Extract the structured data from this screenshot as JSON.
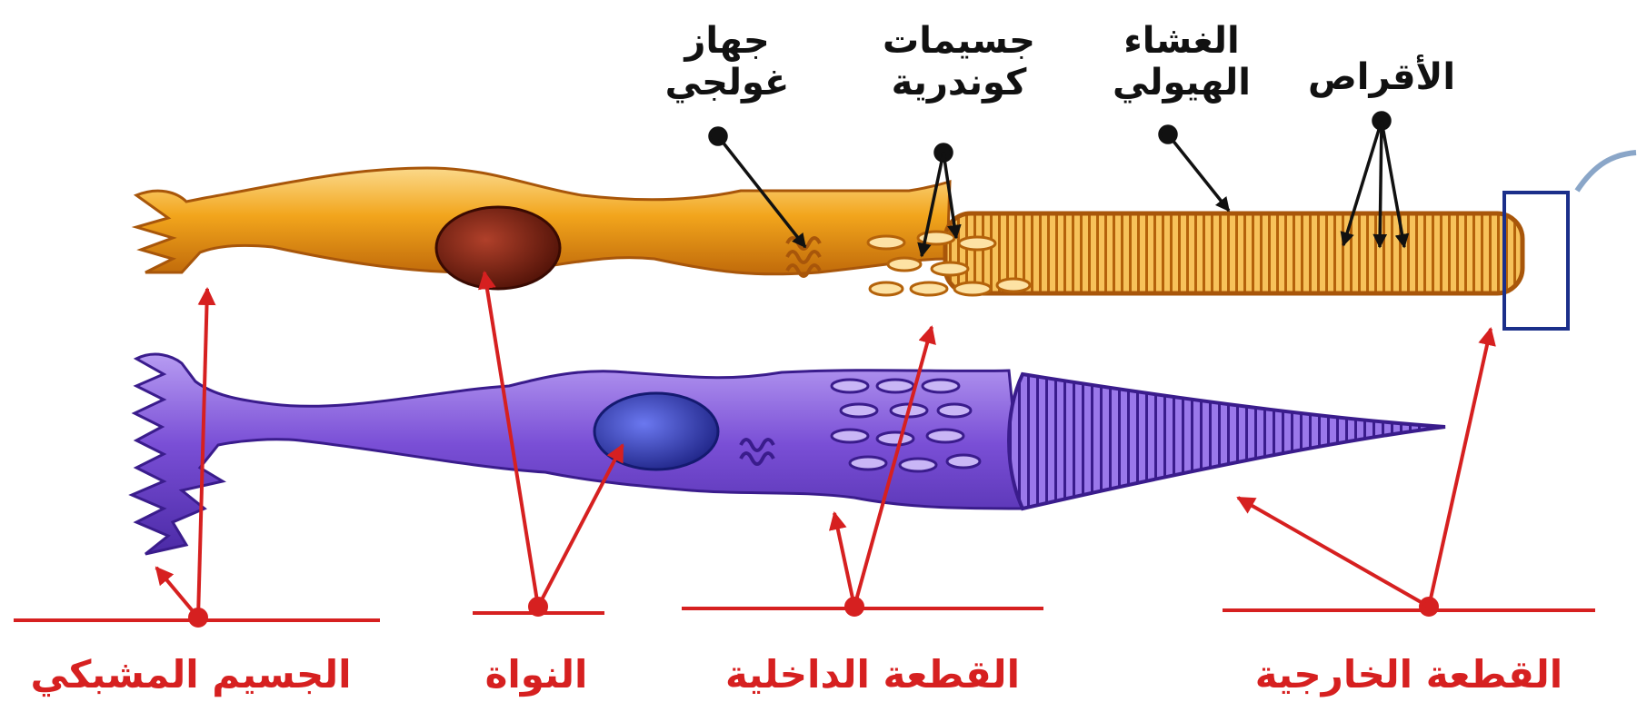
{
  "labels": {
    "golgi": {
      "line1": "جهاز",
      "line2": "غولجي"
    },
    "mitochondria": {
      "line1": "جسيمات",
      "line2": "كوندرية"
    },
    "plasma_membrane": {
      "line1": "الغشاء",
      "line2": "الهيولي"
    },
    "discs": "الأقراص",
    "basal_body": "الجسيم المشبكي",
    "nucleus": "النواة",
    "inner_segment": "القطعة الداخلية",
    "outer_segment": "القطعة الخارجية"
  },
  "colors": {
    "rod_cell": "#f2a51c",
    "rod_cell_dark": "#b4620a",
    "cone_cell": "#7a4fd6",
    "cone_cell_dark": "#3a1c8c",
    "nucleus_rod": "#6e1e0c",
    "nucleus_cone": "#2a2fa8",
    "annotation_red": "#d62020",
    "pointer_black": "#111111",
    "highlight_box": "#1b2f8a"
  }
}
